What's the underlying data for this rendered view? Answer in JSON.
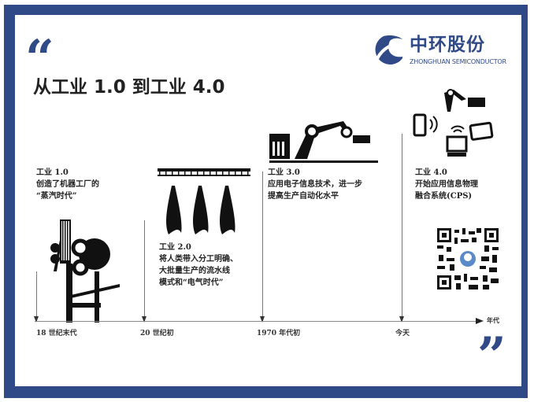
{
  "title": "从工业 1.0 到工业 4.0",
  "logo": {
    "name_cn": "中环股份",
    "name_en": "ZHONGHUAN SEMICONDUCTOR"
  },
  "quotes": {
    "open": "“",
    "close": "”"
  },
  "stages": [
    {
      "label": "工业 1.0",
      "lines": [
        "创造了机器工厂的",
        "“蒸汽时代”"
      ]
    },
    {
      "label": "工业 2.0",
      "lines": [
        "将人类带入分工明确、",
        "大批量生产的流水线",
        "模式和“电气时代”"
      ]
    },
    {
      "label": "工业 3.0",
      "lines": [
        "应用电子信息技术，进一步",
        "提高生产自动化水平"
      ]
    },
    {
      "label": "工业 4.0",
      "lines": [
        "开始应用信息物理",
        "融合系统(CPS)"
      ]
    }
  ],
  "timeline": {
    "axis_label": "年代",
    "ticks": [
      "18 世纪末代",
      "20 世纪初",
      "1970 年代初",
      "今天"
    ]
  },
  "colors": {
    "brand": "#2f4a86"
  }
}
